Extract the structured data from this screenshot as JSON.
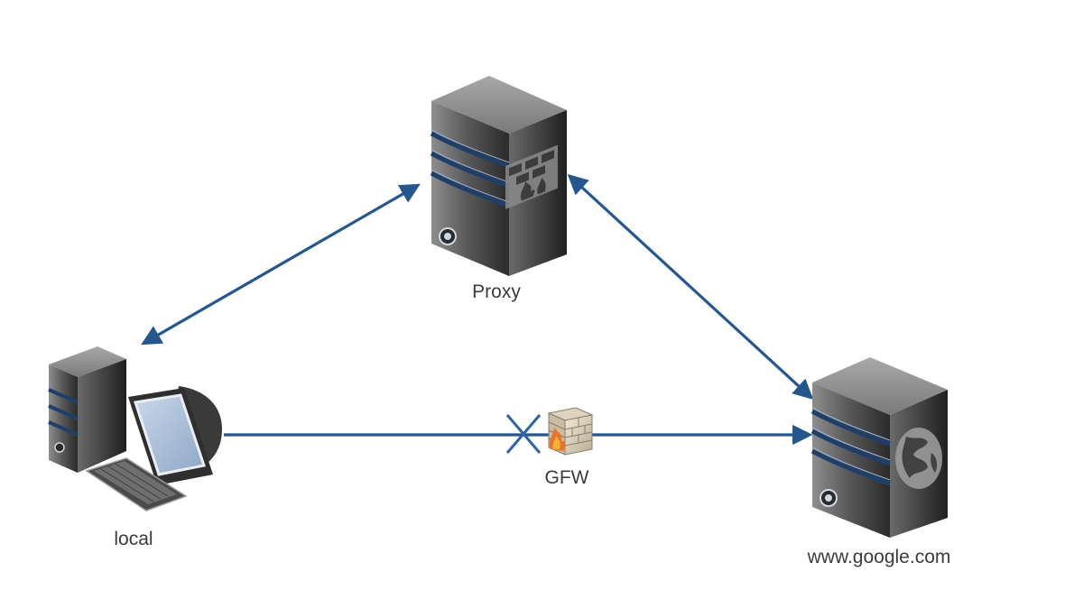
{
  "diagram": {
    "nodes": {
      "proxy": {
        "label": "Proxy",
        "icon": "proxy-server-firewall-icon"
      },
      "local": {
        "label": "local",
        "icon": "desktop-computer-icon"
      },
      "google": {
        "label": "www.google.com",
        "icon": "web-server-globe-icon"
      },
      "gfw": {
        "label": "GFW",
        "icon": "firewall-brick-icon"
      }
    },
    "edges": [
      {
        "from": "local",
        "to": "proxy",
        "style": "bidirectional"
      },
      {
        "from": "proxy",
        "to": "google",
        "style": "bidirectional"
      },
      {
        "from": "local",
        "to": "google",
        "style": "directed",
        "blocked_by": "gfw"
      }
    ],
    "colors": {
      "connector": "#25578f",
      "blocked_mark": "#2b65a8",
      "server_body": "#5c5c5c",
      "server_stripe": "#1f3f6b"
    }
  }
}
